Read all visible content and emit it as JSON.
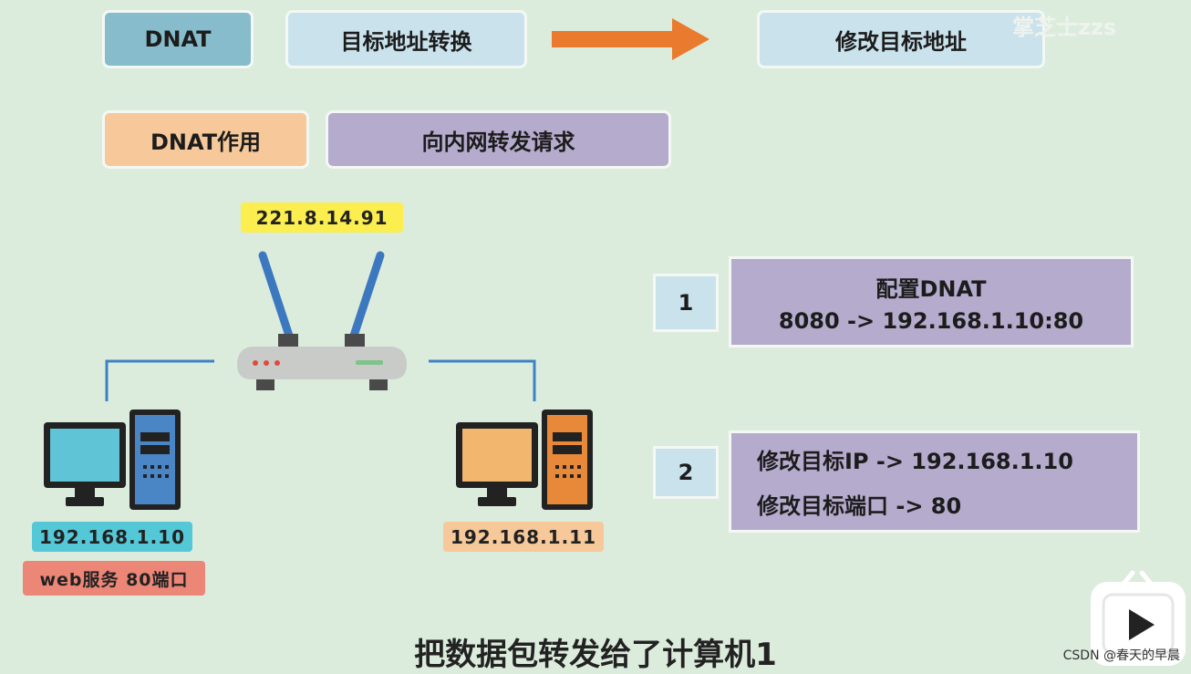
{
  "colors": {
    "background": "#dcecdc",
    "dnat_blue": "#86bccb",
    "light_blue": "#c9e2ec",
    "orange": "#f6c89a",
    "purple": "#b5abcd",
    "yellow": "#fbee4e",
    "cyan": "#55c8d8",
    "salmon": "#ec8677",
    "arrow": "#ea7a2d"
  },
  "row1": {
    "label": "DNAT",
    "meaning": "目标地址转换",
    "result": "修改目标地址"
  },
  "row2": {
    "label": "DNAT作用",
    "meaning": "向内网转发请求"
  },
  "router_ip": "221.8.14.91",
  "pc_left": {
    "ip": "192.168.1.10",
    "service": "web服务 80端口"
  },
  "pc_right": {
    "ip": "192.168.1.11"
  },
  "steps": [
    {
      "number": "1",
      "line1": "配置DNAT",
      "line2": "8080 -> 192.168.1.10:80"
    },
    {
      "number": "2",
      "line1": "修改目标IP -> 192.168.1.10",
      "line2": "修改目标端口 -> 80"
    }
  ],
  "caption": "把数据包转发给了计算机1",
  "watermark": "掌芝士zzs",
  "credit": "CSDN @春天的早晨",
  "icons": [
    "arrow-right-icon",
    "router-icon",
    "computer-left-icon",
    "computer-right-icon",
    "bilibili-icon"
  ]
}
